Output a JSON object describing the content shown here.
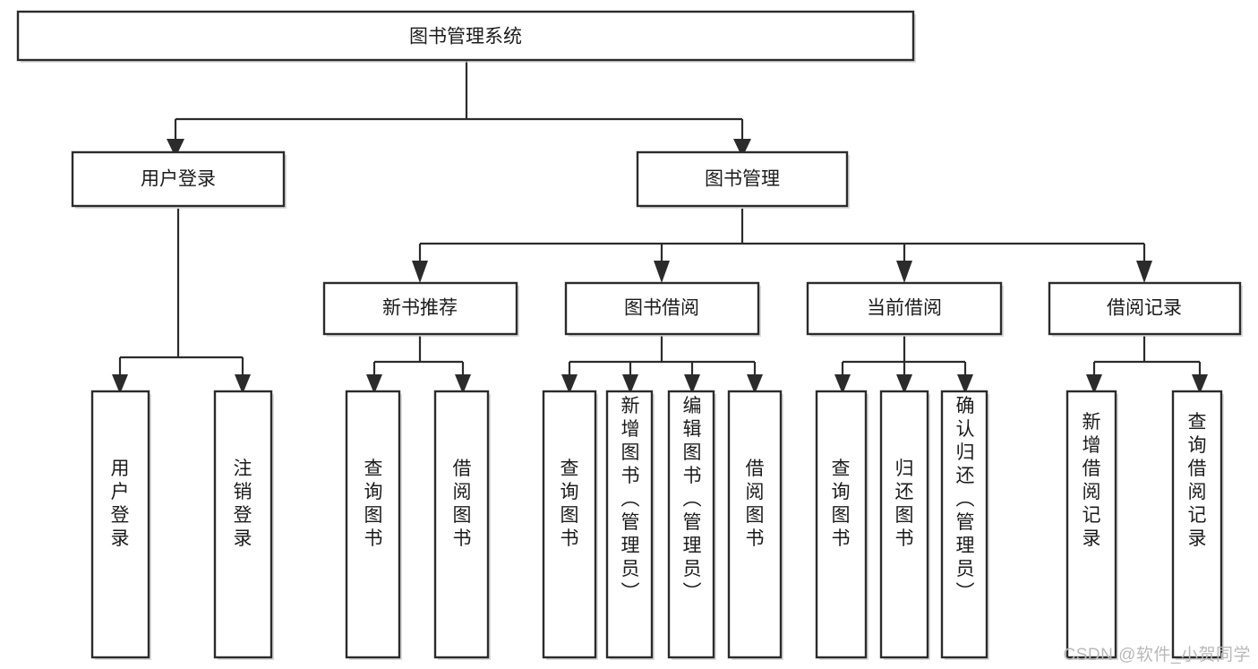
{
  "diagram": {
    "type": "tree-hierarchy-chart",
    "title": "图书管理系统",
    "watermark": "CSDN @软件_小贺同学",
    "colors": {
      "background": "#ffffff",
      "box_stroke": "#2b2b2b",
      "box_fill": "#ffffff",
      "connector": "#2b2b2b",
      "text": "#1b1b1b",
      "watermark": "#b9b9b9"
    },
    "levels": [
      {
        "level": 1,
        "nodes": [
          {
            "id": "root",
            "label": "图书管理系统",
            "orientation": "horizontal"
          }
        ]
      },
      {
        "level": 2,
        "nodes": [
          {
            "id": "user-login",
            "label": "用户登录",
            "orientation": "horizontal",
            "parent": "root"
          },
          {
            "id": "book-manage",
            "label": "图书管理",
            "orientation": "horizontal",
            "parent": "root"
          }
        ]
      },
      {
        "level": 3,
        "nodes": [
          {
            "id": "new-book-rec",
            "label": "新书推荐",
            "orientation": "horizontal",
            "parent": "book-manage"
          },
          {
            "id": "book-borrow",
            "label": "图书借阅",
            "orientation": "horizontal",
            "parent": "book-manage"
          },
          {
            "id": "current-borrow",
            "label": "当前借阅",
            "orientation": "horizontal",
            "parent": "book-manage"
          },
          {
            "id": "borrow-record",
            "label": "借阅记录",
            "orientation": "horizontal",
            "parent": "book-manage"
          }
        ]
      },
      {
        "level": 4,
        "nodes": [
          {
            "id": "leaf-user-login",
            "label": "用户登录",
            "orientation": "vertical",
            "parent": "user-login"
          },
          {
            "id": "leaf-logout",
            "label": "注销登录",
            "orientation": "vertical",
            "parent": "user-login"
          },
          {
            "id": "leaf-rec-query",
            "label": "查询图书",
            "orientation": "vertical",
            "parent": "new-book-rec"
          },
          {
            "id": "leaf-rec-borrow",
            "label": "借阅图书",
            "orientation": "vertical",
            "parent": "new-book-rec"
          },
          {
            "id": "leaf-bb-query",
            "label": "查询图书",
            "orientation": "vertical",
            "parent": "book-borrow"
          },
          {
            "id": "leaf-bb-add",
            "label": "新增图书（管理员）",
            "orientation": "vertical",
            "parent": "book-borrow"
          },
          {
            "id": "leaf-bb-edit",
            "label": "编辑图书（管理员）",
            "orientation": "vertical",
            "parent": "book-borrow"
          },
          {
            "id": "leaf-bb-borrow",
            "label": "借阅图书",
            "orientation": "vertical",
            "parent": "book-borrow"
          },
          {
            "id": "leaf-cb-query",
            "label": "查询图书",
            "orientation": "vertical",
            "parent": "current-borrow"
          },
          {
            "id": "leaf-cb-return",
            "label": "归还图书",
            "orientation": "vertical",
            "parent": "current-borrow"
          },
          {
            "id": "leaf-cb-confirm",
            "label": "确认归还（管理员）",
            "orientation": "vertical",
            "parent": "current-borrow"
          },
          {
            "id": "leaf-br-add",
            "label": "新增借阅记录",
            "orientation": "vertical",
            "parent": "borrow-record"
          },
          {
            "id": "leaf-br-query",
            "label": "查询借阅记录",
            "orientation": "vertical",
            "parent": "borrow-record"
          }
        ]
      }
    ]
  }
}
